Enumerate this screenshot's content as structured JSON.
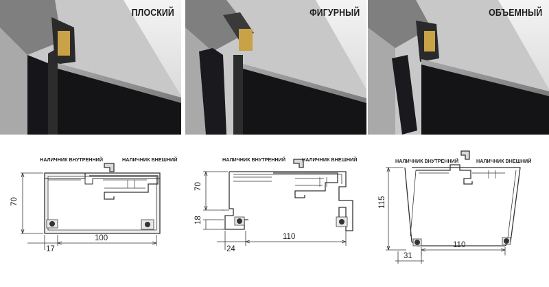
{
  "panels": [
    {
      "title": "ПЛОСКИЙ"
    },
    {
      "title": "ФИГУРНЫЙ"
    },
    {
      "title": "ОБЪЕМНЫЙ"
    }
  ],
  "profiles": [
    {
      "inner_label": "НАЛИЧНИК ВНУТРЕННИЙ",
      "outer_label": "НАЛИЧНИК ВНЕШНИЙ",
      "height_dim": "70",
      "width_dim": "100",
      "offset_dim": "17"
    },
    {
      "inner_label": "НАЛИЧНИК ВНУТРЕННИЙ",
      "outer_label": "НАЛИЧНИК ВНЕШНИЙ",
      "height_dim": "70",
      "width_dim": "110",
      "offset_dim": "24",
      "step_dim": "18"
    },
    {
      "inner_label": "НАЛИЧНИК ВНУТРЕННИЙ",
      "outer_label": "НАЛИЧНИК ВНЕШНИЙ",
      "height_dim": "115",
      "width_dim": "110",
      "offset_dim": "31"
    }
  ],
  "colors": {
    "door_leaf": "#16161a",
    "frame_metal": "#2a2a2a",
    "wall": "#bdbdbd",
    "concrete": "#7d7d7d",
    "profile_line": "#333333",
    "profile_fill": "#d9d9d9"
  }
}
